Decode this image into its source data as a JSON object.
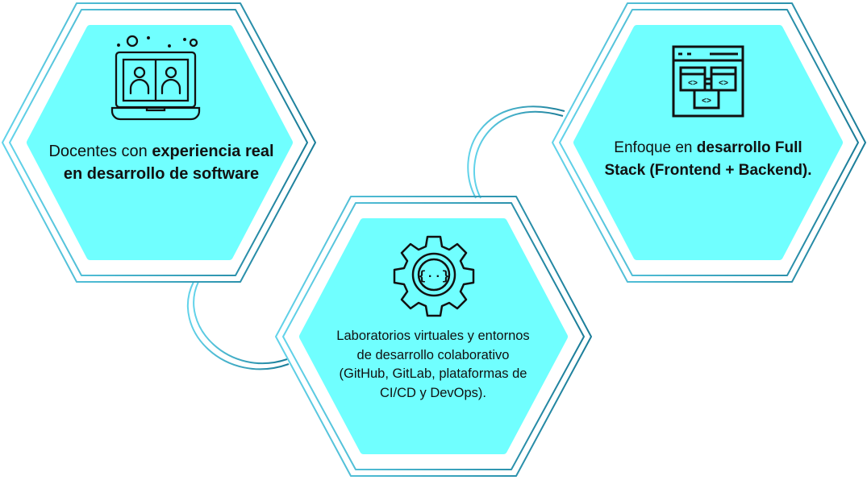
{
  "colors": {
    "hex_fill": "#70FFFF",
    "outline_light": "#62D3EA",
    "outline_dark": "#1B7D99",
    "icon": "#111111"
  },
  "steps": [
    {
      "icon": "laptop-video-call-icon",
      "text_regular": "Docentes con ",
      "text_bold": "experiencia real en desarrollo de software",
      "text_after": ""
    },
    {
      "icon": "gear-code-icon",
      "text_regular": "Laboratorios virtuales y entornos de desarrollo colaborativo (GitHub, GitLab, plataformas de CI/CD y DevOps).",
      "text_bold": "",
      "text_after": ""
    },
    {
      "icon": "web-architecture-icon",
      "text_regular": "Enfoque en ",
      "text_bold": "desarrollo Full Stack (Frontend + Backend).",
      "text_after": ""
    }
  ]
}
